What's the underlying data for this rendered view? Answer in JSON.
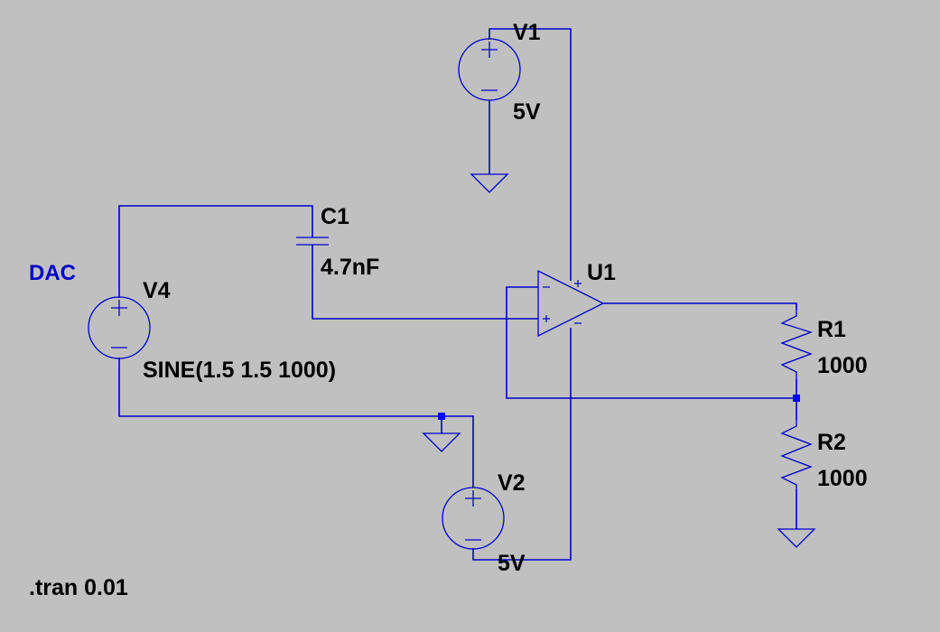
{
  "schematic": {
    "net_labels": {
      "dac": "DAC"
    },
    "components": {
      "v1": {
        "name": "V1",
        "value": "5V",
        "type": "voltage-source"
      },
      "v2": {
        "name": "V2",
        "value": "5V",
        "type": "voltage-source"
      },
      "v4": {
        "name": "V4",
        "value": "SINE(1.5 1.5 1000)",
        "type": "voltage-source"
      },
      "c1": {
        "name": "C1",
        "value": "4.7nF",
        "type": "capacitor"
      },
      "u1": {
        "name": "U1",
        "type": "op-amp"
      },
      "r1": {
        "name": "R1",
        "value": "1000",
        "type": "resistor"
      },
      "r2": {
        "name": "R2",
        "value": "1000",
        "type": "resistor"
      }
    },
    "directive": ".tran 0.01",
    "colors": {
      "background": "#c0c0c0",
      "wire": "#0000cc",
      "net_label": "#0000c8",
      "text": "#000000",
      "junction": "#0000ff"
    }
  }
}
